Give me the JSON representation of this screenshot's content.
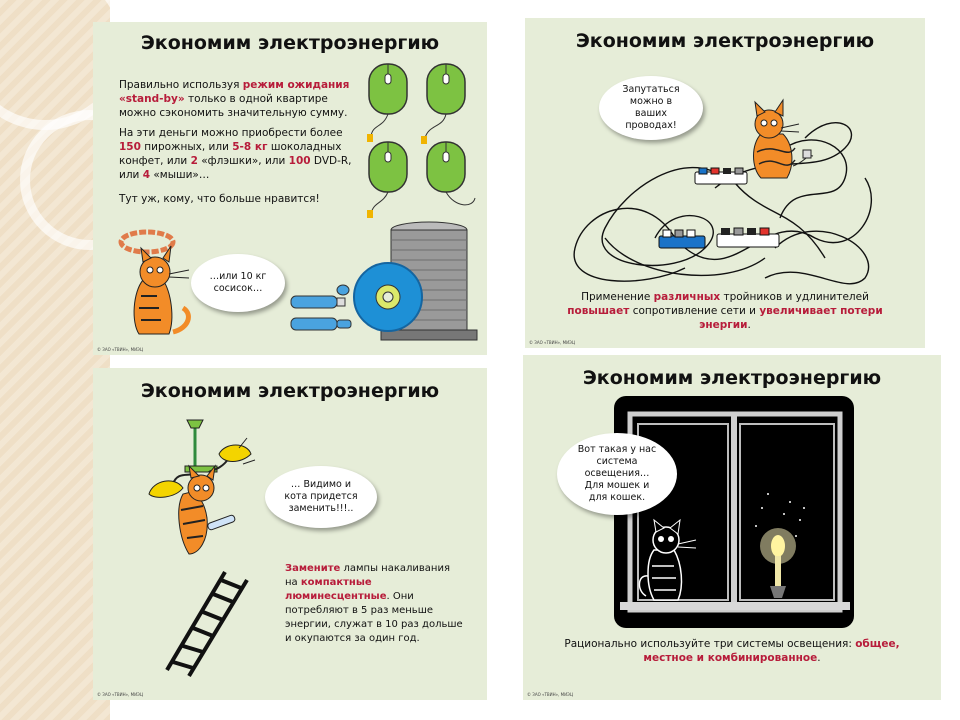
{
  "slides": [
    {
      "title": "Экономим электроэнергию",
      "para1": {
        "pre": "Правильно используя ",
        "red1": "режим ожидания «stand-by»",
        "post": " только в одной квартире можно сэкономить значительную сумму."
      },
      "para2": {
        "t1": "На эти деньги можно приобрести более ",
        "r1": "150",
        "t2": " пирожных, или ",
        "r2": "5-8 кг",
        "t3": " шоколадных конфет, или ",
        "r3": "2",
        "t4": " «флэшки», или ",
        "r4": "100",
        "t5": " DVD-R, или ",
        "r5": "4",
        "t6": " «мыши»…"
      },
      "para3": "Тут уж, кому, что больше нравится!",
      "bubble": "…или 10 кг сосисок…",
      "copyright": "© ЗАО «ТВИН», МИЭЦ"
    },
    {
      "title": "Экономим электроэнергию",
      "bubble": "Запутаться можно в ваших проводах!",
      "caption": {
        "t1": "Применение ",
        "r1": "различных",
        "t2": " тройников и удлинителей ",
        "r2": "повышает",
        "t3": " сопротивление сети и ",
        "r3": "увеличивает потери энергии",
        "t4": "."
      },
      "copyright": "© ЗАО «ТВИН», МИЭЦ"
    },
    {
      "title": "Экономим электроэнергию",
      "bubble": "… Видимо и кота придется заменить!!!..",
      "text": {
        "r1": "Замените",
        "t1": " лампы накаливания на ",
        "r2": "компактные люминесцентные",
        "t2": ". Они потребляют в 5 раз меньше энергии, служат в 10 раз дольше и окупаются за один год."
      },
      "copyright": "© ЗАО «ТВИН», МИЭЦ"
    },
    {
      "title": "Экономим электроэнергию",
      "bubble": "Вот такая у нас система освещения… Для мошек и для кошек.",
      "caption": {
        "t1": "Рационально используйте три системы освещения: ",
        "r1": "общее, местное и комбинированное",
        "t2": "."
      },
      "copyright": "© ЗАО «ТВИН», МИЭЦ"
    }
  ],
  "colors": {
    "panel": "#e6edd8",
    "accent": "#b71c3a",
    "mouse": "#7dc242",
    "disc": "#1e90d6",
    "cat": "#f28c28"
  }
}
